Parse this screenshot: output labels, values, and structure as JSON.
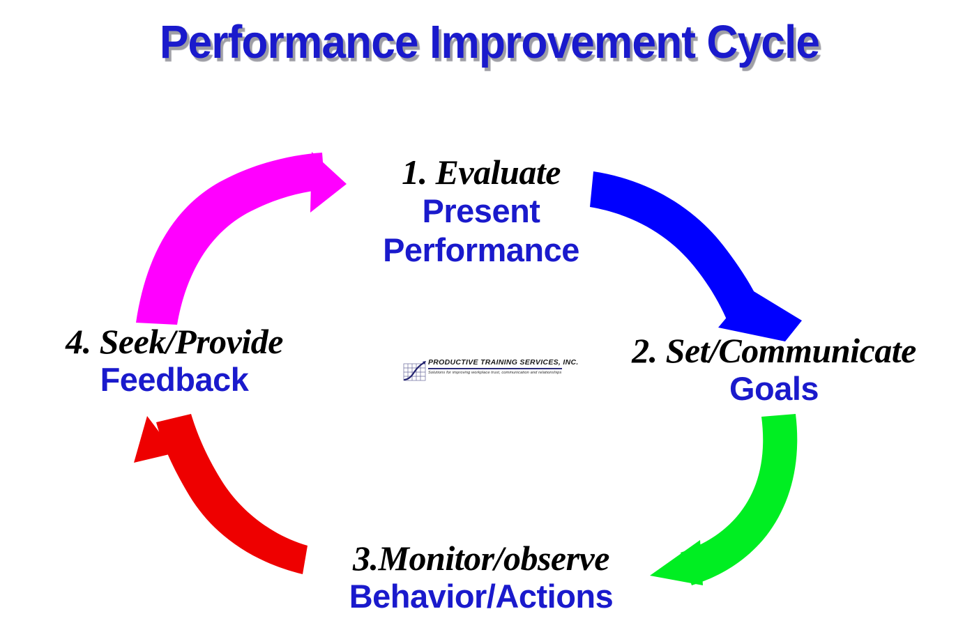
{
  "title": "Performance Improvement Cycle",
  "colors": {
    "title_blue": "#1A1ACC",
    "text_blue": "#1A1ACC",
    "heading_black": "#000000",
    "arrow_magenta": "#FF00FF",
    "arrow_blue": "#0000FF",
    "arrow_green": "#00EE22",
    "arrow_red": "#EE0000",
    "background": "#FFFFFF"
  },
  "steps": [
    {
      "id": "step-1",
      "heading": "1. Evaluate",
      "subtitle_line_1": "Present",
      "subtitle_line_2": "Performance",
      "position": "top"
    },
    {
      "id": "step-2",
      "heading": "2. Set/Communicate",
      "subtitle_line_1": "Goals",
      "subtitle_line_2": "",
      "position": "right"
    },
    {
      "id": "step-3",
      "heading": "3.Monitor/observe",
      "subtitle_line_1": "Behavior/Actions",
      "subtitle_line_2": "",
      "position": "bottom"
    },
    {
      "id": "step-4",
      "heading": "4. Seek/Provide",
      "subtitle_line_1": "Feedback",
      "subtitle_line_2": "",
      "position": "left"
    }
  ],
  "arrows": [
    {
      "name": "arrow-magenta-feedback-to-evaluate",
      "color": "#FF00FF",
      "from_step": 4,
      "to_step": 1,
      "quadrant": "top-left"
    },
    {
      "name": "arrow-blue-evaluate-to-goals",
      "color": "#0000FF",
      "from_step": 1,
      "to_step": 2,
      "quadrant": "top-right"
    },
    {
      "name": "arrow-green-goals-to-monitor",
      "color": "#00EE22",
      "from_step": 2,
      "to_step": 3,
      "quadrant": "bottom-right"
    },
    {
      "name": "arrow-red-monitor-to-feedback",
      "color": "#EE0000",
      "from_step": 3,
      "to_step": 4,
      "quadrant": "bottom-left"
    }
  ],
  "logo": {
    "name": "PRODUCTIVE TRAINING SERVICES,  INC.",
    "tagline": "Solutions for improving workplace trust, communication and relationships"
  }
}
